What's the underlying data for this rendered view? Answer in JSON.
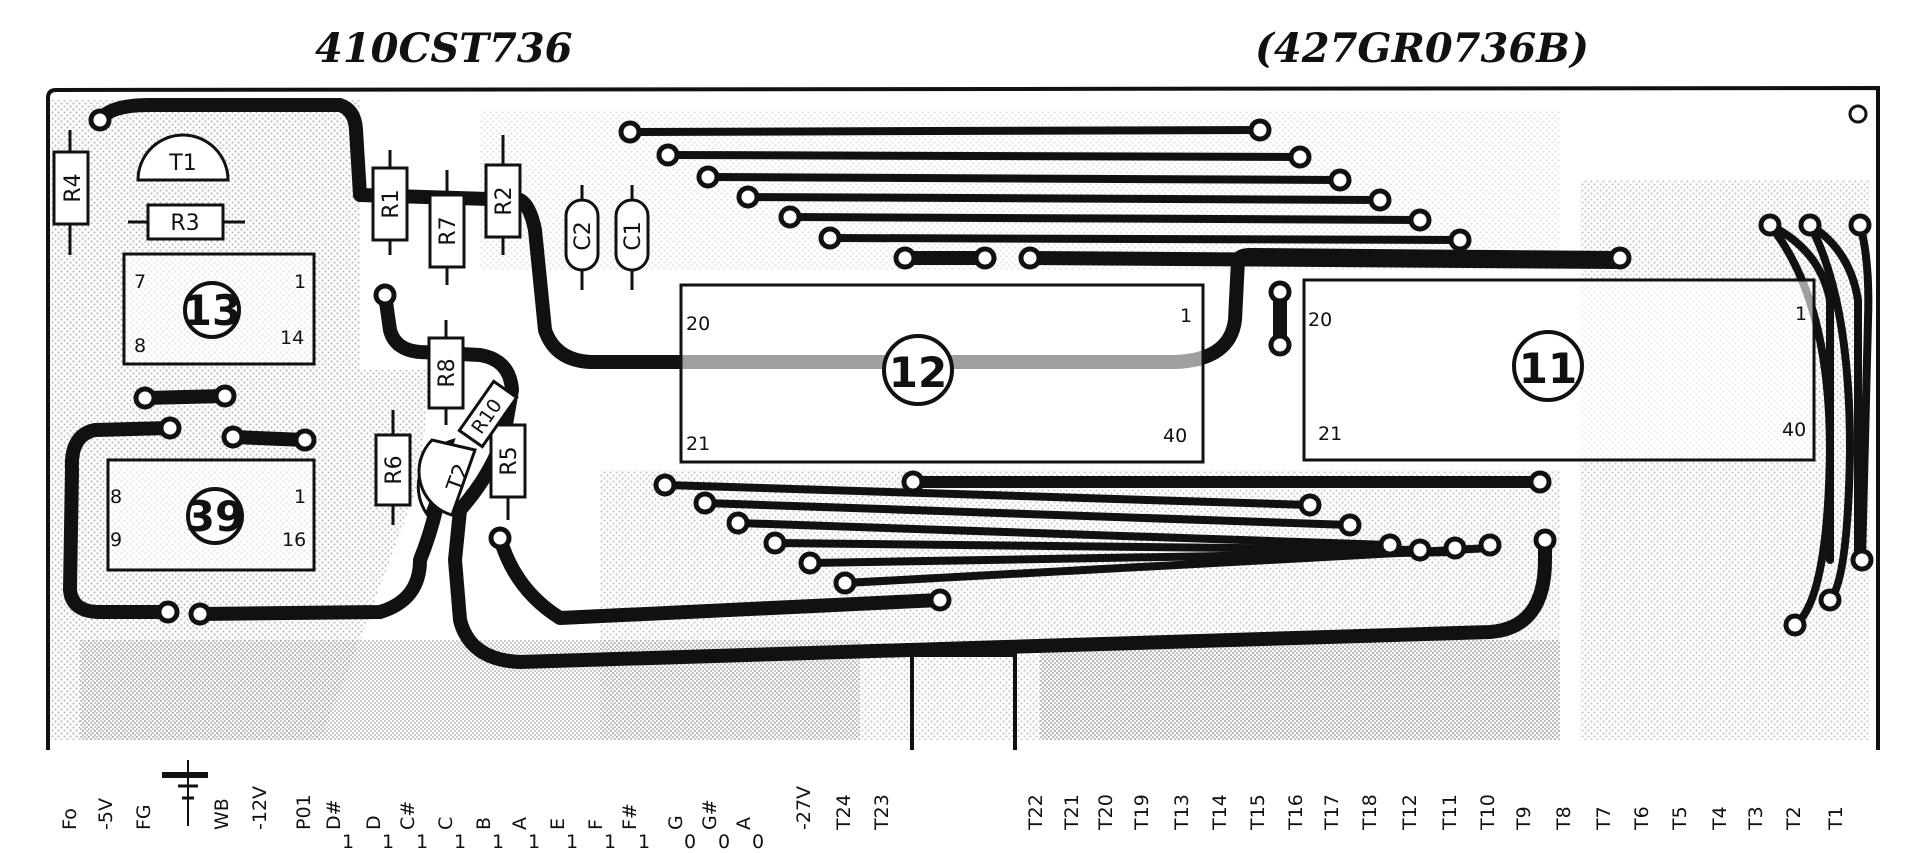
{
  "header": {
    "left_code": "410CST736",
    "right_code": "(427GR0736B)"
  },
  "resistors": [
    "R4",
    "R3",
    "R1",
    "R7",
    "R2",
    "R8",
    "R6",
    "R5",
    "R10"
  ],
  "capacitors": [
    "C2",
    "C1"
  ],
  "transistors": [
    "T1",
    "T2"
  ],
  "ics": [
    {
      "id": "ic-13",
      "number": "13",
      "pins": [
        "7",
        "1",
        "8",
        "14"
      ]
    },
    {
      "id": "ic-39",
      "number": "39",
      "pins": [
        "8",
        "1",
        "9",
        "16"
      ]
    },
    {
      "id": "ic-12",
      "number": "12",
      "pins": [
        "20",
        "1",
        "21",
        "40"
      ]
    },
    {
      "id": "ic-11",
      "number": "11",
      "pins": [
        "20",
        "1",
        "21",
        "40"
      ]
    }
  ],
  "edge_labels": [
    {
      "main": "Fo",
      "sub": ""
    },
    {
      "main": "-5V",
      "sub": ""
    },
    {
      "main": "FG",
      "sub": ""
    },
    {
      "main": "WB",
      "sub": ""
    },
    {
      "main": "-12V",
      "sub": ""
    },
    {
      "main": "P01",
      "sub": ""
    },
    {
      "main": "D#",
      "sub": "1"
    },
    {
      "main": "D",
      "sub": "1"
    },
    {
      "main": "C#",
      "sub": "1"
    },
    {
      "main": "C",
      "sub": "1"
    },
    {
      "main": "B",
      "sub": "1"
    },
    {
      "main": "A",
      "sub": "1"
    },
    {
      "main": "E",
      "sub": "1"
    },
    {
      "main": "F",
      "sub": "1"
    },
    {
      "main": "F#",
      "sub": "1"
    },
    {
      "main": "G",
      "sub": "0"
    },
    {
      "main": "G#",
      "sub": "0"
    },
    {
      "main": "A",
      "sub": "0"
    },
    {
      "main": "-27V",
      "sub": ""
    },
    {
      "main": "T24",
      "sub": ""
    },
    {
      "main": "T23",
      "sub": ""
    },
    {
      "main": "T22",
      "sub": ""
    },
    {
      "main": "T21",
      "sub": ""
    },
    {
      "main": "T20",
      "sub": ""
    },
    {
      "main": "T19",
      "sub": ""
    },
    {
      "main": "T13",
      "sub": ""
    },
    {
      "main": "T14",
      "sub": ""
    },
    {
      "main": "T15",
      "sub": ""
    },
    {
      "main": "T16",
      "sub": ""
    },
    {
      "main": "T17",
      "sub": ""
    },
    {
      "main": "T18",
      "sub": ""
    },
    {
      "main": "T12",
      "sub": ""
    },
    {
      "main": "T11",
      "sub": ""
    },
    {
      "main": "T10",
      "sub": ""
    },
    {
      "main": "T9",
      "sub": ""
    },
    {
      "main": "T8",
      "sub": ""
    },
    {
      "main": "T7",
      "sub": ""
    },
    {
      "main": "T6",
      "sub": ""
    },
    {
      "main": "T5",
      "sub": ""
    },
    {
      "main": "T4",
      "sub": ""
    },
    {
      "main": "T3",
      "sub": ""
    },
    {
      "main": "T2",
      "sub": ""
    },
    {
      "main": "T1",
      "sub": ""
    }
  ]
}
